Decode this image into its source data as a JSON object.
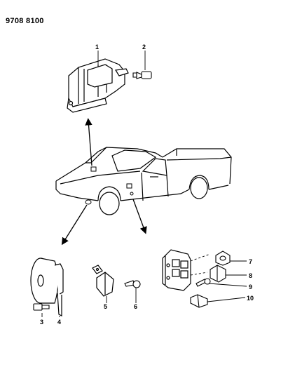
{
  "diagram_code": "9708 8100",
  "callouts": [
    {
      "number": "1",
      "part": "bracket-module"
    },
    {
      "number": "2",
      "part": "bolt"
    },
    {
      "number": "3",
      "part": "bolt"
    },
    {
      "number": "4",
      "part": "horn"
    },
    {
      "number": "5",
      "part": "relay"
    },
    {
      "number": "6",
      "part": "screw"
    },
    {
      "number": "7",
      "part": "relay"
    },
    {
      "number": "8",
      "part": "relay"
    },
    {
      "number": "9",
      "part": "screw"
    },
    {
      "number": "10",
      "part": "connector"
    }
  ],
  "colors": {
    "ink": "#000000",
    "paper": "#ffffff"
  }
}
